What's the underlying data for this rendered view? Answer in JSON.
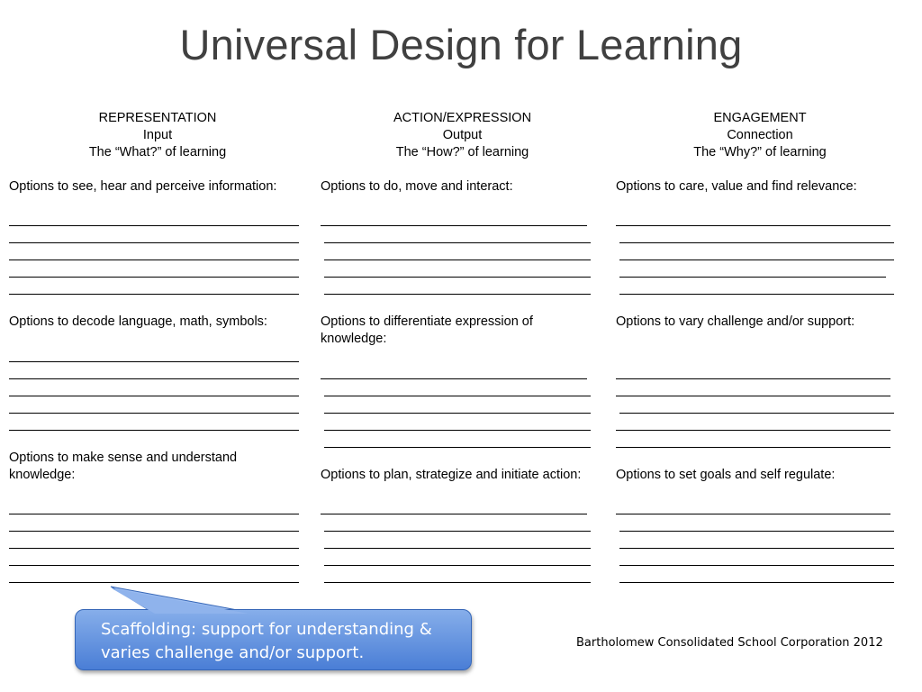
{
  "title": "Universal Design for Learning",
  "columns": [
    {
      "heading": "REPRESENTATION",
      "subheading": "Input",
      "tagline": "The “What?” of learning",
      "sections": [
        {
          "label": "Options to see, hear and perceive information:"
        },
        {
          "label": "Options to decode language, math, symbols:"
        },
        {
          "label": "Options to make sense and understand knowledge:"
        }
      ]
    },
    {
      "heading": "ACTION/EXPRESSION",
      "subheading": "Output",
      "tagline": "The “How?” of learning",
      "sections": [
        {
          "label": "Options to do, move and interact:"
        },
        {
          "label": "Options to differentiate expression of knowledge:"
        },
        {
          "label": "Options to plan, strategize and initiate action:"
        }
      ]
    },
    {
      "heading": "ENGAGEMENT",
      "subheading": "Connection",
      "tagline": "The “Why?” of learning",
      "sections": [
        {
          "label": "Options to care, value and find relevance:"
        },
        {
          "label": "Options to vary challenge and/or support:"
        },
        {
          "label": "Options to set goals and self regulate:"
        }
      ]
    }
  ],
  "callout": {
    "line1": "Scaffolding: support for understanding &",
    "line2": "varies challenge and/or support."
  },
  "footer": "Bartholomew Consolidated School Corporation 2012"
}
